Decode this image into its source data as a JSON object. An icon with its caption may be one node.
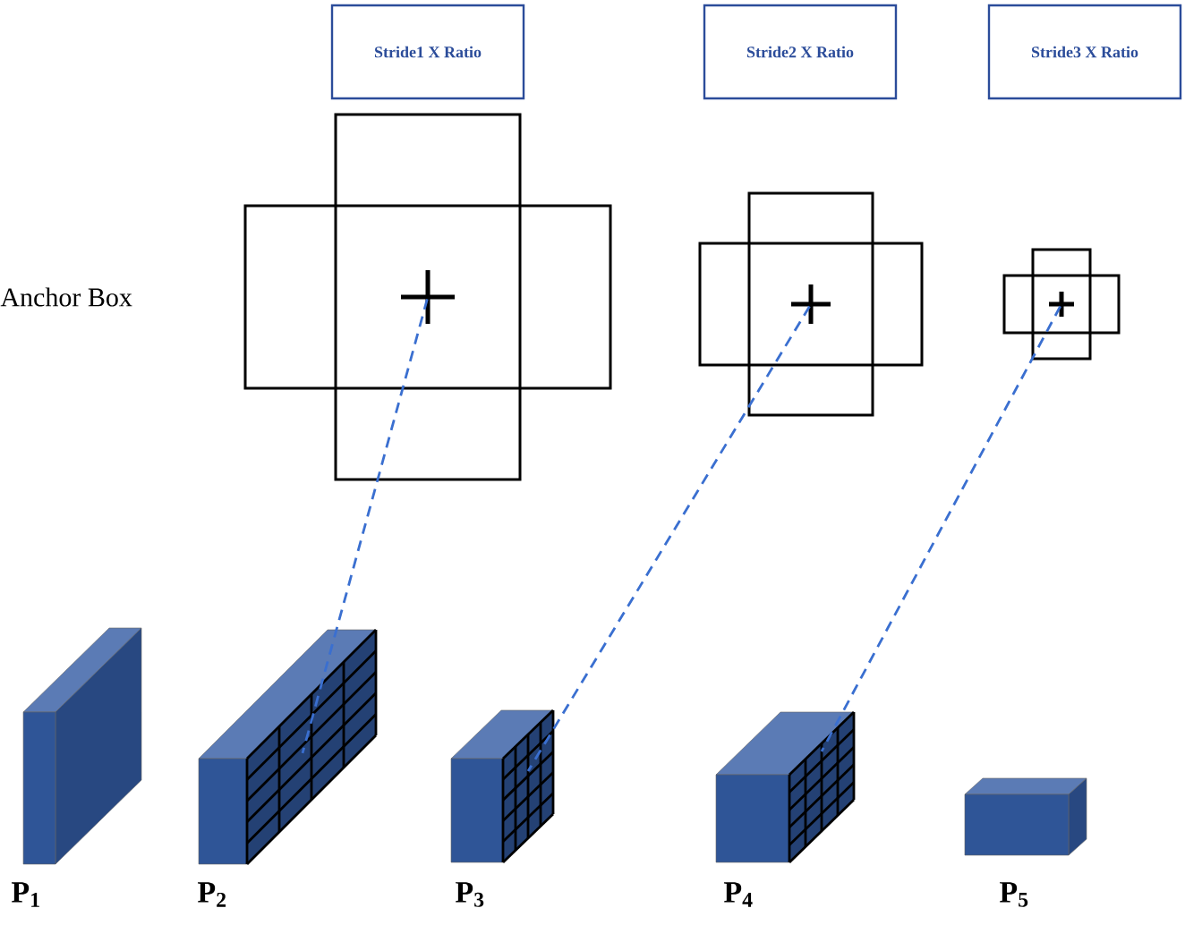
{
  "diagram": {
    "nodes": [
      {
        "text": [
          "Stride1 X Ratio"
        ]
      },
      {
        "text": [
          "Stride2 X Ratio"
        ]
      },
      {
        "text": [
          "Stride3 X Ratio"
        ]
      },
      {
        "text": [],
        "shape": "box"
      },
      {
        "text": [],
        "shape": "box"
      },
      {
        "text": [],
        "shape": "box"
      },
      {
        "text": [],
        "shape": "cuboid",
        "beside": [
          "P$_{1}$"
        ]
      },
      {
        "text": [],
        "shape": "cuboid",
        "beside": [
          "P$_{2}$"
        ]
      },
      {
        "text": [],
        "shape": "cuboid",
        "beside": [
          "P$_{3}$"
        ]
      },
      {
        "text": [],
        "shape": "cuboid",
        "beside": [
          "P$_{4}$"
        ]
      },
      {
        "text": [],
        "shape": "cuboid",
        "beside": [
          "P$_{5}$"
        ]
      }
    ],
    "edges": [
      {
        "from": 3,
        "to": 7,
        "arrow": "none",
        "style": "dashed"
      },
      {
        "from": 4,
        "to": 8,
        "arrow": "none",
        "style": "dashed"
      },
      {
        "from": 5,
        "to": 9,
        "arrow": "none",
        "style": "dashed"
      }
    ],
    "labels": [
      "Anchor Box"
    ]
  }
}
